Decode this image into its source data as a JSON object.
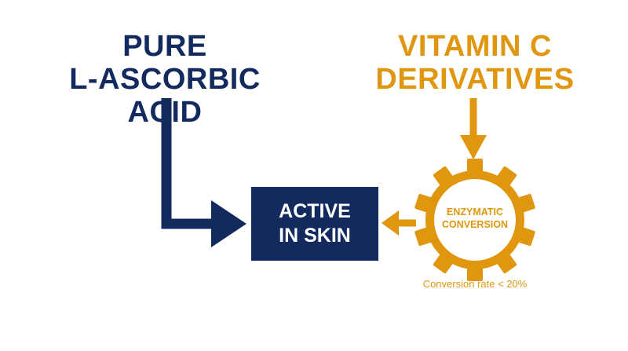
{
  "titles": {
    "left_line1": "PURE",
    "left_line2": "L-ASCORBIC ACID",
    "right_line1": "VITAMIN C",
    "right_line2": "DERIVATIVES"
  },
  "active_box": {
    "line1": "ACTIVE",
    "line2": "IN SKIN"
  },
  "gear": {
    "line1": "ENZYMATIC",
    "line2": "CONVERSION",
    "icon": "gear-icon"
  },
  "conversion_rate": "Conversion rate < 20%",
  "colors": {
    "navy": "#132a5e",
    "orange": "#e0960f",
    "background": "#ffffff"
  }
}
